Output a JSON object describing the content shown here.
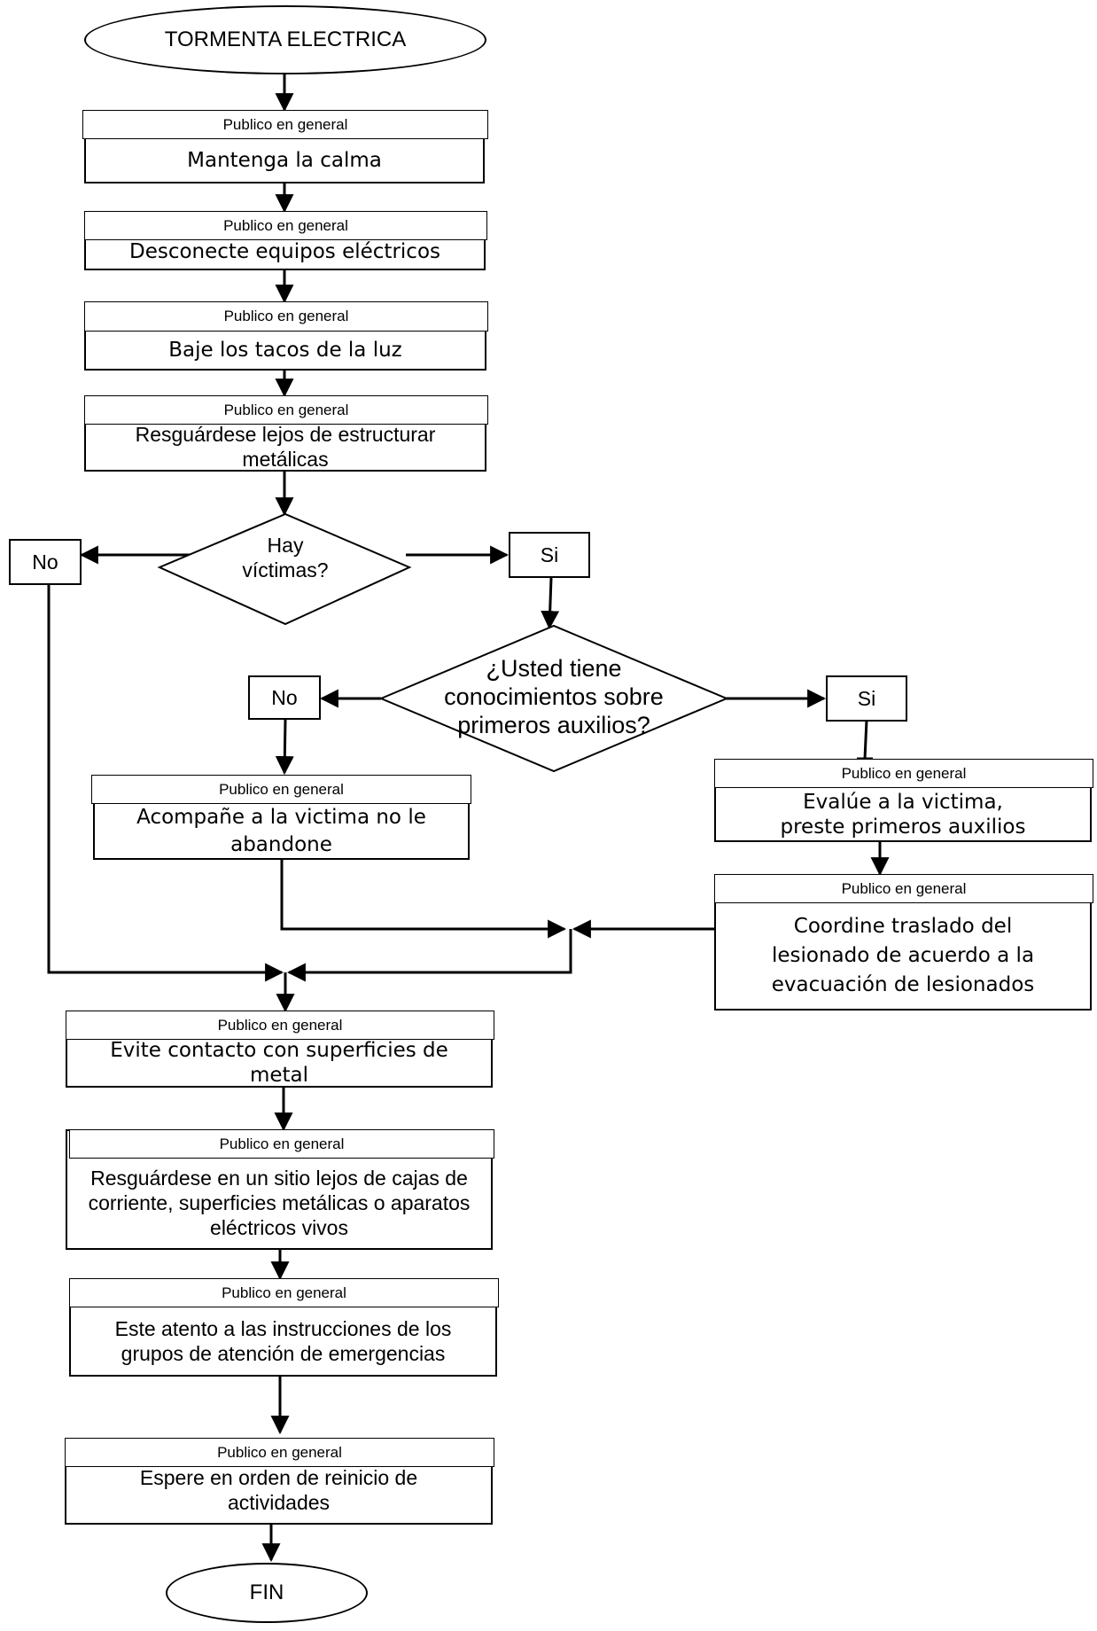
{
  "start": "TORMENTA ELECTRICA",
  "role": "Publico en general",
  "steps": {
    "calma": "Mantenga la calma",
    "desconecte": "Desconecte equipos eléctricos",
    "tacos": "Baje los tacos de la luz",
    "resguardese1": "Resguárdese lejos de estructurar metálicas",
    "acompane": "Acompañe a la victima no le abandone",
    "evalue": "Evalúe a la victima, preste primeros auxilios",
    "coordine": "Coordine traslado del lesionado de acuerdo a la evacuación de lesionados",
    "evite": "Evite contacto con superficies de metal",
    "resguardese2": "Resguárdese en un sitio lejos de cajas de corriente, superficies metálicas o aparatos eléctricos vivos",
    "atento": "Este atento a las instrucciones de los grupos de atención de emergencias",
    "espere": "Espere en orden de reinicio de actividades"
  },
  "decisions": {
    "victimas": "Hay víctimas?",
    "conocimientos": "¿Usted tiene conocimientos sobre primeros auxilios?"
  },
  "labels": {
    "no": "No",
    "si": "Si"
  },
  "end": "FIN"
}
